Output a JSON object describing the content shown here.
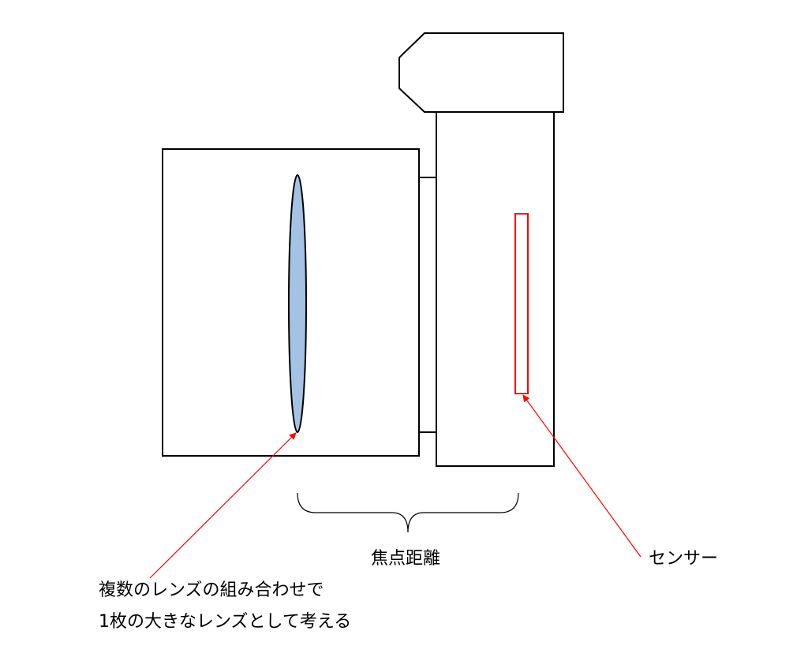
{
  "labels": {
    "focal_length": "焦点距離",
    "sensor": "センサー",
    "lens_note_line1": "複数のレンズの組み合わせで",
    "lens_note_line2": "1枚の大きなレンズとして考える"
  },
  "colors": {
    "outline": "#000000",
    "lens_fill": "#a4c2e4",
    "sensor": "#ff0000",
    "arrow": "#ff0000",
    "background": "#ffffff"
  }
}
